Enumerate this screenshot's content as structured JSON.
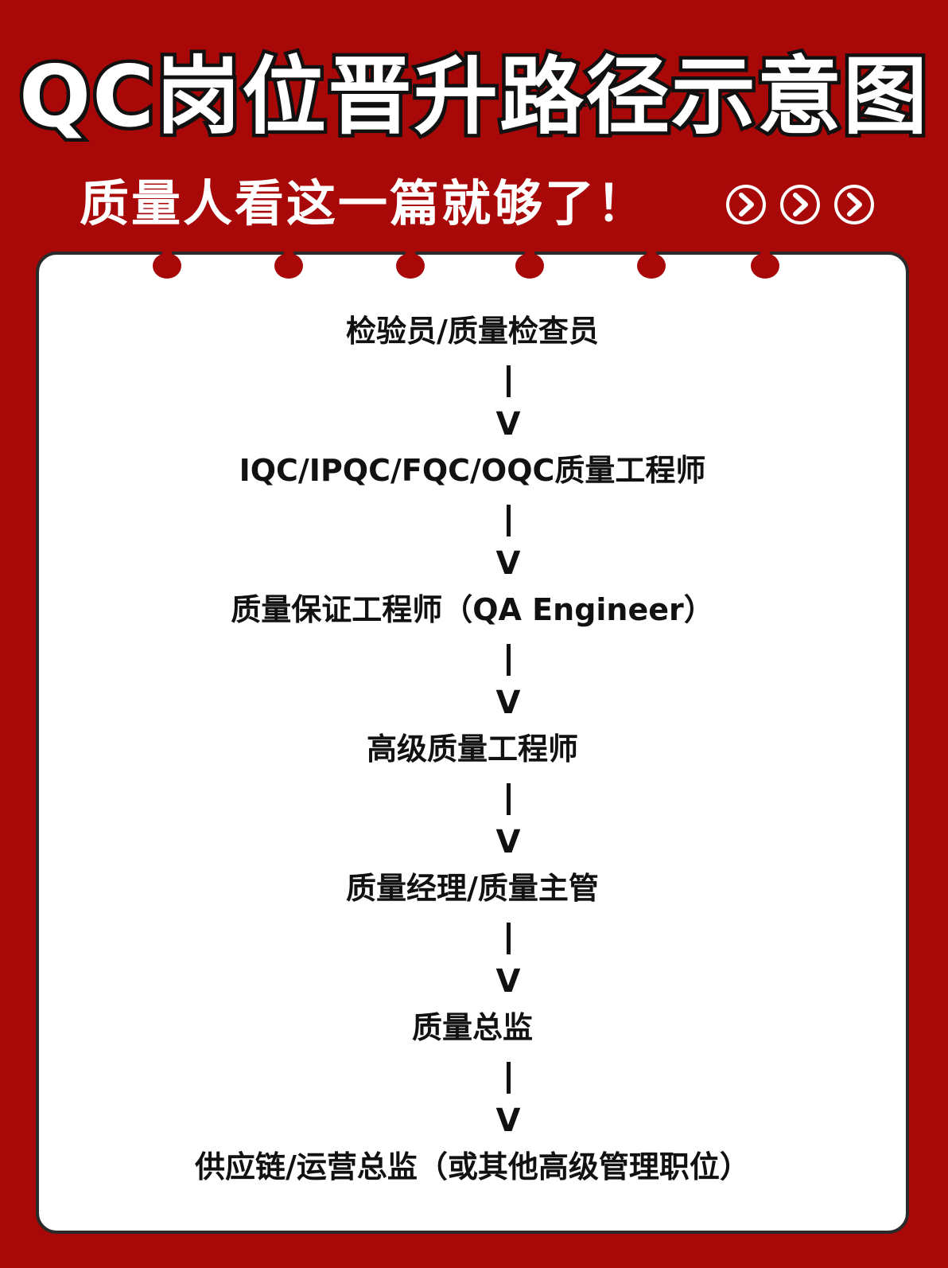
{
  "header": {
    "title": "QC岗位晋升路径示意图",
    "subtitle": "质量人看这一篇就够了！"
  },
  "colors": {
    "background": "#a80808",
    "card": "#ffffff",
    "text": "#111111"
  },
  "icons": [
    "arrow-circle-icon",
    "arrow-circle-icon",
    "arrow-circle-icon"
  ],
  "flow": {
    "steps": [
      "检验员/质量检查员",
      "IQC/IPQC/FQC/OQC质量工程师",
      "质量保证工程师（QA Engineer）",
      "高级质量工程师",
      "质量经理/质量主管",
      "质量总监",
      "供应链/运营总监（或其他高级管理职位）"
    ],
    "connector_symbol": "V"
  }
}
